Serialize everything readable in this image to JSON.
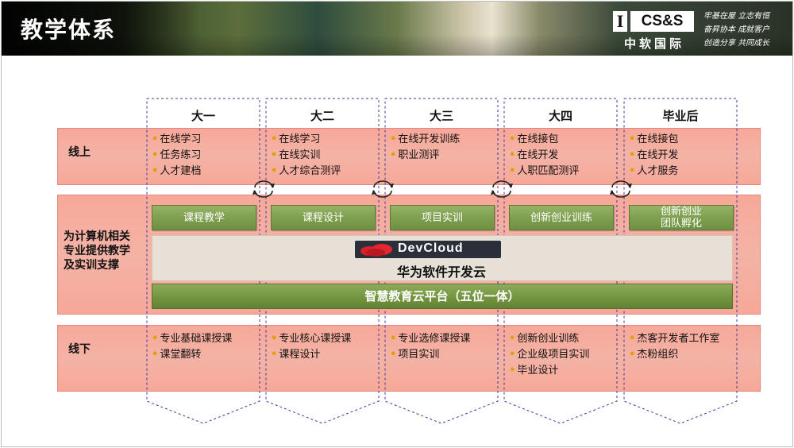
{
  "header": {
    "title": "教学体系",
    "logo_mark": "I",
    "logo_text": "CS&S",
    "logo_cn": "中软国际",
    "slogan": [
      "牢基在屋  立志有恒",
      "奋昇协本  成就客户",
      "创造分享  共同成长"
    ]
  },
  "columns": [
    {
      "title": "大一",
      "online": [
        "在线学习",
        "任务练习",
        "人才建档"
      ],
      "support": "课程教学",
      "offline": [
        "专业基础课授课",
        "课堂翻转"
      ]
    },
    {
      "title": "大二",
      "online": [
        "在线学习",
        "在线实训",
        "人才综合测评"
      ],
      "support": "课程设计",
      "offline": [
        "专业核心课授课",
        "课程设计"
      ]
    },
    {
      "title": "大三",
      "online": [
        "在线开发训练",
        "职业测评"
      ],
      "support": "项目实训",
      "offline": [
        "专业选修课授课",
        "项目实训"
      ]
    },
    {
      "title": "大四",
      "online": [
        "在线接包",
        "在线开发",
        "人职匹配测评"
      ],
      "support": "创新创业训练",
      "offline": [
        "创新创业训练",
        "企业级项目实训",
        "毕业设计"
      ]
    },
    {
      "title": "毕业后",
      "online": [
        "在线接包",
        "在线开发",
        "人才服务"
      ],
      "support": [
        "创新创业",
        "团队孵化"
      ],
      "offline": [
        "杰客开发者工作室",
        "杰粉组织"
      ]
    }
  ],
  "rows": {
    "online_label": "线上",
    "support_label": [
      "为计算机相关",
      "专业提供教学",
      "及实训支撑"
    ],
    "offline_label": "线下"
  },
  "devcloud": {
    "logo_text": "DevCloud",
    "title": "华为软件开发云"
  },
  "platform": "智慧教育云平台（五位一体）",
  "colors": {
    "band": "#f7a898",
    "green": "#7fa04f",
    "dash": "#3a3aa0",
    "bullet": "#e0a000"
  }
}
